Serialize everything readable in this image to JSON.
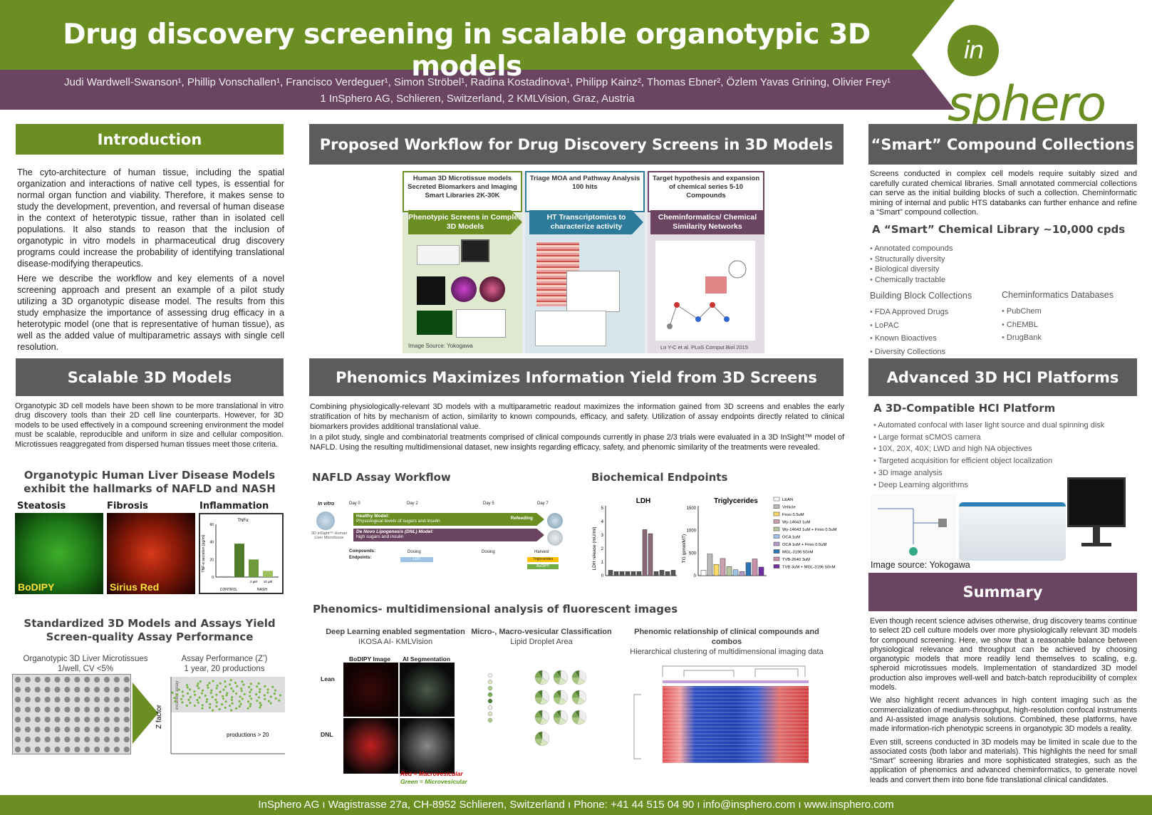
{
  "header": {
    "title": "Drug discovery screening in scalable organotypic 3D models",
    "authors": "Judi Wardwell-Swanson¹, Phillip Vonschallen¹, Francisco Verdeguer¹, Simon Ströbel¹, Radina Kostadinova¹, Philipp Kainz², Thomas Ebner², Özlem Yavas Grining, Olivier Frey¹",
    "affiliations": "1 InSphero AG, Schlieren, Switzerland, 2 KMLVision, Graz, Austria",
    "logo_in": "in",
    "logo_rest": "sphero"
  },
  "intro": {
    "title": "Introduction",
    "p1": "The cyto-architecture of human tissue, including the spatial organization and interactions of native cell types, is essential for normal organ function and viability. Therefore, it makes sense to study the development, prevention, and reversal of human disease in the context of heterotypic tissue, rather than in isolated cell populations. It also stands to reason that the inclusion of organotypic in vitro models in pharmaceutical drug discovery programs could increase the probability of identifying translational disease-modifying therapeutics.",
    "p2": "Here we describe the workflow and key elements of a novel screening approach and present an example of a pilot study utilizing a 3D organotypic disease model. The results from this study emphasize the importance of assessing drug efficacy in a heterotypic model (one that is representative of human tissue), as well as the added value of multiparametric assays with single cell resolution."
  },
  "workflow": {
    "title": "Proposed Workflow for Drug Discovery Screens in 3D Models",
    "box1": "Human 3D Microtissue models Secreted Biomarkers and Imaging Smart Libraries 2K-30K",
    "box2": "Triage MOA and Pathway Analysis 100 hits",
    "box3": "Target hypothesis and expansion of chemical series 5-10 Compounds",
    "arrow1": "Phenotypic Screens in Complex 3D Models",
    "arrow2": "HT Transcriptomics to characterize activity",
    "arrow3": "Cheminformatics/ Chemical Similarity Networks",
    "source1": "Image Source: Yokogawa",
    "source3": "Lo Y-C et al. PLoS Comput Biol 2015"
  },
  "smart": {
    "title": "“Smart” Compound Collections",
    "text": "Screens conducted in complex cell models require suitably sized and carefully curated chemical libraries. Small annotated commercial collections can serve as the initial building blocks of such a collection. Cheminformatic mining of internal and public HTS databanks can further enhance and refine a “Smart” compound collection.",
    "subtitle": "A “Smart” Chemical Library ~10,000 cpds",
    "items": [
      "Annotated compounds",
      "Structurally diversity",
      "Biological diversity",
      "Chemically tractable"
    ],
    "bb_title": "Building Block Collections",
    "bb_items": [
      "FDA Approved Drugs",
      "LoPAC",
      "Known Bioactives",
      "Diversity Collections"
    ],
    "db_title": "Cheminformatics Databases",
    "db_items": [
      "PubChem",
      "ChEMBL",
      "DrugBank"
    ]
  },
  "scalable": {
    "title": "Scalable 3D Models",
    "text": "Organotypic 3D cell models have been shown to be more translational in vitro drug discovery tools than their 2D cell line counterparts. However, for 3D models to be used effectively in a compound screening environment the model must be scalable, reproducible and uniform in size and cellular composition. Microtissues reaggregated from dispersed human tissues meet those criteria.",
    "liver_title": "Organotypic Human Liver Disease Models exhibit the hallmarks of NAFLD and NASH",
    "steatosis": "Steatosis",
    "fibrosis": "Fibrosis",
    "inflammation": "Inflammation",
    "bodipy": "BoDIPY",
    "sirius": "Sirius Red",
    "tnf_title": "TNFα",
    "tnf_ylabel": "TNF-α secretion (pg/ml)",
    "control": "CONTROL",
    "nash": "NASH",
    "std_title": "Standardized 3D Models and Assays Yield Screen-quality Assay Performance",
    "plate_title": "Organotypic 3D Liver Microtissues",
    "plate_sub": "1/well, CV <5%",
    "assay_title": "Assay Performance (Z’)",
    "assay_sub": "1 year, 20 productions",
    "zfactor": "Z factor",
    "excellent": "excellent assay",
    "productions": "productions > 20"
  },
  "phenomics": {
    "title": "Phenomics Maximizes Information Yield from 3D Screens",
    "p1": "Combining physiologically-relevant 3D models with a multiparametric readout maximizes the information gained from 3D screens and enables the early stratification of hits by mechanism of action, similarity to known compounds, efficacy, and safety. Utilization of assay endpoints directly related to clinical biomarkers provides additional translational value.",
    "p2": "In a pilot study, single and combinatorial treatments comprised of clinical compounds currently in phase 2/3 trials were evaluated in a 3D InSight™ model of NAFLD. Using the resulting multidimensional dataset, new insights regarding efficacy, safety, and phenomic similarity of the treatments were revealed.",
    "nafld_title": "NAFLD Assay Workflow",
    "invitro": "In vitro",
    "days": [
      "Day 0",
      "Day 2",
      "Day 5",
      "Day 7"
    ],
    "healthy": "Healthy Model:",
    "healthy_sub": "Physiological levels of sugars and insulin",
    "dnl": "De Novo Lipogenesis (DNL) Model:",
    "dnl_sub": "high sugars and insulin",
    "refeeding": "Refeeding",
    "dosing": "Dosing",
    "harvest": "Harvest",
    "compounds": "Compounds:",
    "endpoints": "Endpoints:",
    "ldh_tag": "LDH",
    "tg_tag": "Triglycerides",
    "bodipy_tag": "BoDIPY",
    "model_label": "3D InSight™ Human Liver Microtissue",
    "bio_title": "Biochemical Endpoints",
    "multi_title": "Phenomics- multidimensional analysis of fluorescent images",
    "dl_title": "Deep Learning enabled segmentation",
    "dl_sub": "IKOSA AI- KMLVision",
    "bodipy_image": "BoDIPY Image",
    "ai_seg": "AI Segmentation",
    "lean": "Lean",
    "dnl_row": "DNL",
    "red_legend": "Red = Macrovesicular",
    "green_legend": "Green = Microvesicular",
    "mv_title": "Micro-, Macro-vesicular Classification",
    "mv_sub": "Lipid Droplet Area",
    "ph_title": "Phenomic relationship of clinical compounds and combos",
    "ph_sub": "Hierarchical clustering of multidimensional imaging data"
  },
  "hci": {
    "title": "Advanced 3D HCI Platforms",
    "subtitle": "A 3D-Compatible HCI Platform",
    "items": [
      "Automated confocal with laser light source and dual spinning disk",
      "Large format sCMOS camera",
      "10X, 20X, 40X;  LWD and high NA objectives",
      "Targeted acquisition for efficient object localization",
      "3D image analysis",
      "Deep Learning algorithms"
    ],
    "source": "Image source: Yokogawa"
  },
  "summary": {
    "title": "Summary",
    "p1": "Even though recent science advises otherwise, drug discovery teams continue to select 2D cell culture models over more physiologically relevant 3D models for compound screening. Here, we show that a reasonable balance between physiological relevance and throughput can be achieved by choosing organotypic models that more readily lend themselves to scaling, e.g. spheroid microtissues models. Implementation of standardized 3D model production also improves well-well and batch-batch reproducibility of complex models.",
    "p2": "We also highlight recent advances in high content imaging such as the commercialization of medium-throughput, high-resolution confocal instruments and AI-assisted image analysis solutions. Combined, these platforms, have made information-rich phenotypic screens in organotypic 3D models a reality.",
    "p3": "Even still, screens conducted in 3D models may be limited in scale due to the associated costs (both labor and materials). This highlights the need for small “Smart” screening libraries and more sophisticated strategies, such as the application of phenomics and advanced cheminformatics, to generate novel leads and  convert them into bone fide translational clinical candidates."
  },
  "footer": "InSphero AG  ı  Wagistrasse 27a, CH-8952 Schlieren, Switzerland  ı  Phone: +41 44 515 04 90  ı  info@insphero.com  ı  www.insphero.com",
  "chart_data": [
    {
      "type": "bar",
      "title": "TNFα",
      "ylabel": "TNF-α secretion (pg/ml)",
      "categories": [
        "CONTROL",
        "NASH",
        "2 µM",
        "10 µM"
      ],
      "values": [
        1,
        38,
        20,
        7
      ],
      "ylim": [
        0,
        60
      ],
      "colors": [
        "#999",
        "#4e7a2b",
        "#6f9a3c",
        "#9cbd5e"
      ]
    },
    {
      "type": "bar",
      "title": "LDH",
      "ylabel": "LDH release (mU/ml)",
      "values": [
        0.4,
        0.3,
        0.3,
        0.3,
        0.3,
        0.3,
        3.4,
        3.1,
        0.3,
        0.4,
        0.3,
        0.4
      ],
      "ylim": [
        0,
        5
      ]
    },
    {
      "type": "bar",
      "title": "Triglycerides",
      "ylabel": "TG (pmol/MT)",
      "values": [
        120,
        480,
        250,
        380,
        200,
        130,
        90,
        290,
        370,
        190
      ],
      "ylim": [
        0,
        1500
      ]
    }
  ],
  "legend_bio": [
    "LEAN",
    "Vehicle",
    "Firso 0.5uM",
    "Wy-14643 1uM",
    "Wy-14643 1uM + Firso 0.5uM",
    "OCA 1uM",
    "OCA 1uM + Firso 0.5uM",
    "MGL-3196 50nM",
    "TVB-2640 3uM",
    "TVB 3uM + MGL-3196 50nM"
  ],
  "colors": {
    "green": "#6b8e23",
    "purple": "#6b4461",
    "grey": "#5c5c5c"
  }
}
